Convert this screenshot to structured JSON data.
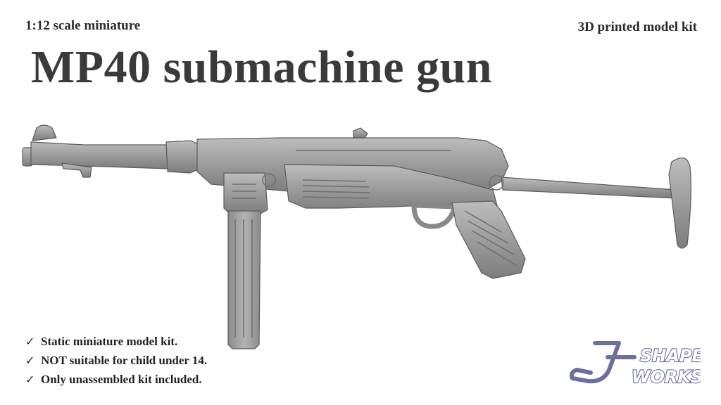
{
  "header": {
    "scale_label": "1:12 scale miniature",
    "kit_label": "3D printed model kit"
  },
  "title": "MP40 submachine gun",
  "product_image": {
    "icon": "mp40-submachine-gun-render",
    "color": "#9a9a9a"
  },
  "features": [
    {
      "icon": "checkmark-icon",
      "mark": "✓",
      "text": "Static miniature model kit."
    },
    {
      "icon": "checkmark-icon",
      "mark": "✓",
      "text": "NOT suitable for child under 14."
    },
    {
      "icon": "checkmark-icon",
      "mark": "✓",
      "text": "Only unassembled kit included."
    }
  ],
  "logo": {
    "line1": "SHAPE",
    "line2": "WORKS",
    "color": "#6a6f9e"
  }
}
